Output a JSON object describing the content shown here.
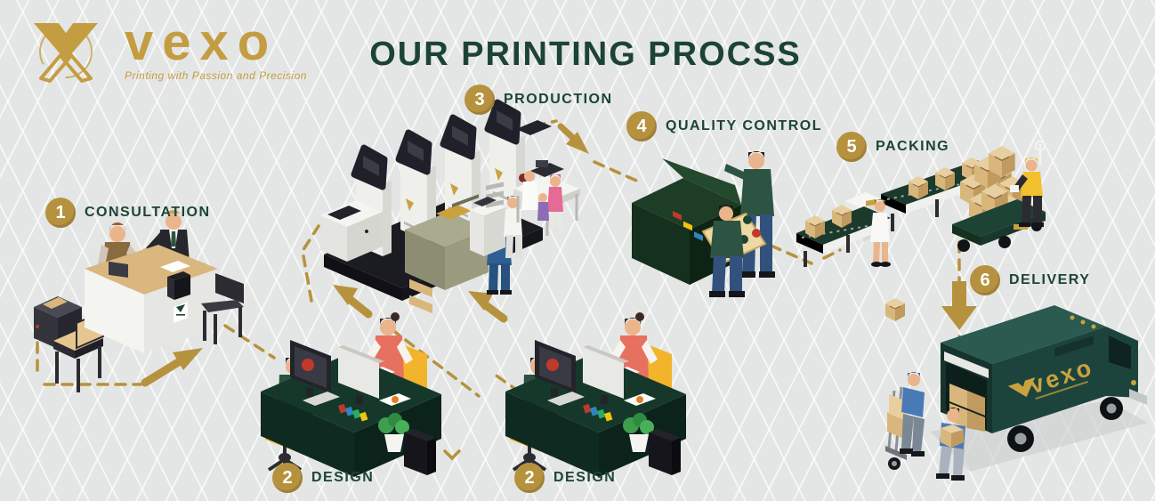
{
  "title": "OUR PRINTING PROCSS",
  "logo": {
    "name": "vexo",
    "tagline": "Printing with Passion and Precision"
  },
  "steps": [
    {
      "number": "1",
      "label": "CONSULTATION"
    },
    {
      "number": "2",
      "label": "DESIGN"
    },
    {
      "number": "2",
      "label": "DESIGN"
    },
    {
      "number": "3",
      "label": "PRODUCTION"
    },
    {
      "number": "4",
      "label": "QUALITY CONTROL"
    },
    {
      "number": "5",
      "label": "PACKING"
    },
    {
      "number": "6",
      "label": "DELIVERY"
    }
  ],
  "truck": {
    "brand": "vexo"
  },
  "colors": {
    "accent_gold": "#b6923e",
    "heading_green": "#1c4434",
    "furniture_green": "#16382b",
    "truck_teal": "#1d443c",
    "background": "#e4e6e5",
    "box_tan": "#d9b77c"
  }
}
